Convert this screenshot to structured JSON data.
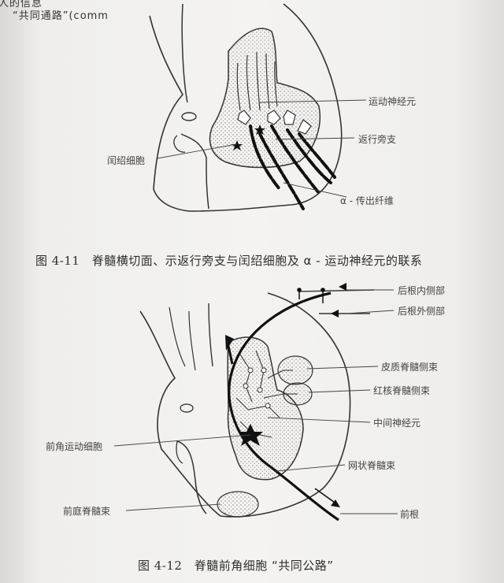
{
  "top_fragment": {
    "line1": "人的信息",
    "line2": "“共同通路”(comm"
  },
  "figure1": {
    "labels": {
      "motor_neuron": "运动神经元",
      "recurrent_collateral": "返行旁支",
      "interneuron": "闰绍细胞",
      "alpha_efferent": "α - 传出纤维"
    },
    "caption_number": "图 4-11",
    "caption_text": "脊髓横切面、示返行旁支与闰绍细胞及 α - 运动神经元的联系"
  },
  "figure2": {
    "labels": {
      "dorsal_root_medial": "后根内侧部",
      "dorsal_root_lateral": "后根外侧部",
      "corticospinal_tract": "皮质脊髓侧束",
      "rubrospinal_tract": "红核脊髓侧束",
      "interneuron": "中间神经元",
      "anterior_horn_motor_cell": "前角运动细胞",
      "reticulospinal_tract": "网状脊髓束",
      "vestibulospinal_tract": "前庭脊髓束",
      "ventral_root": "前根"
    },
    "caption_number": "图 4-12",
    "caption_text": "脊髓前角细胞 “共同公路”"
  }
}
